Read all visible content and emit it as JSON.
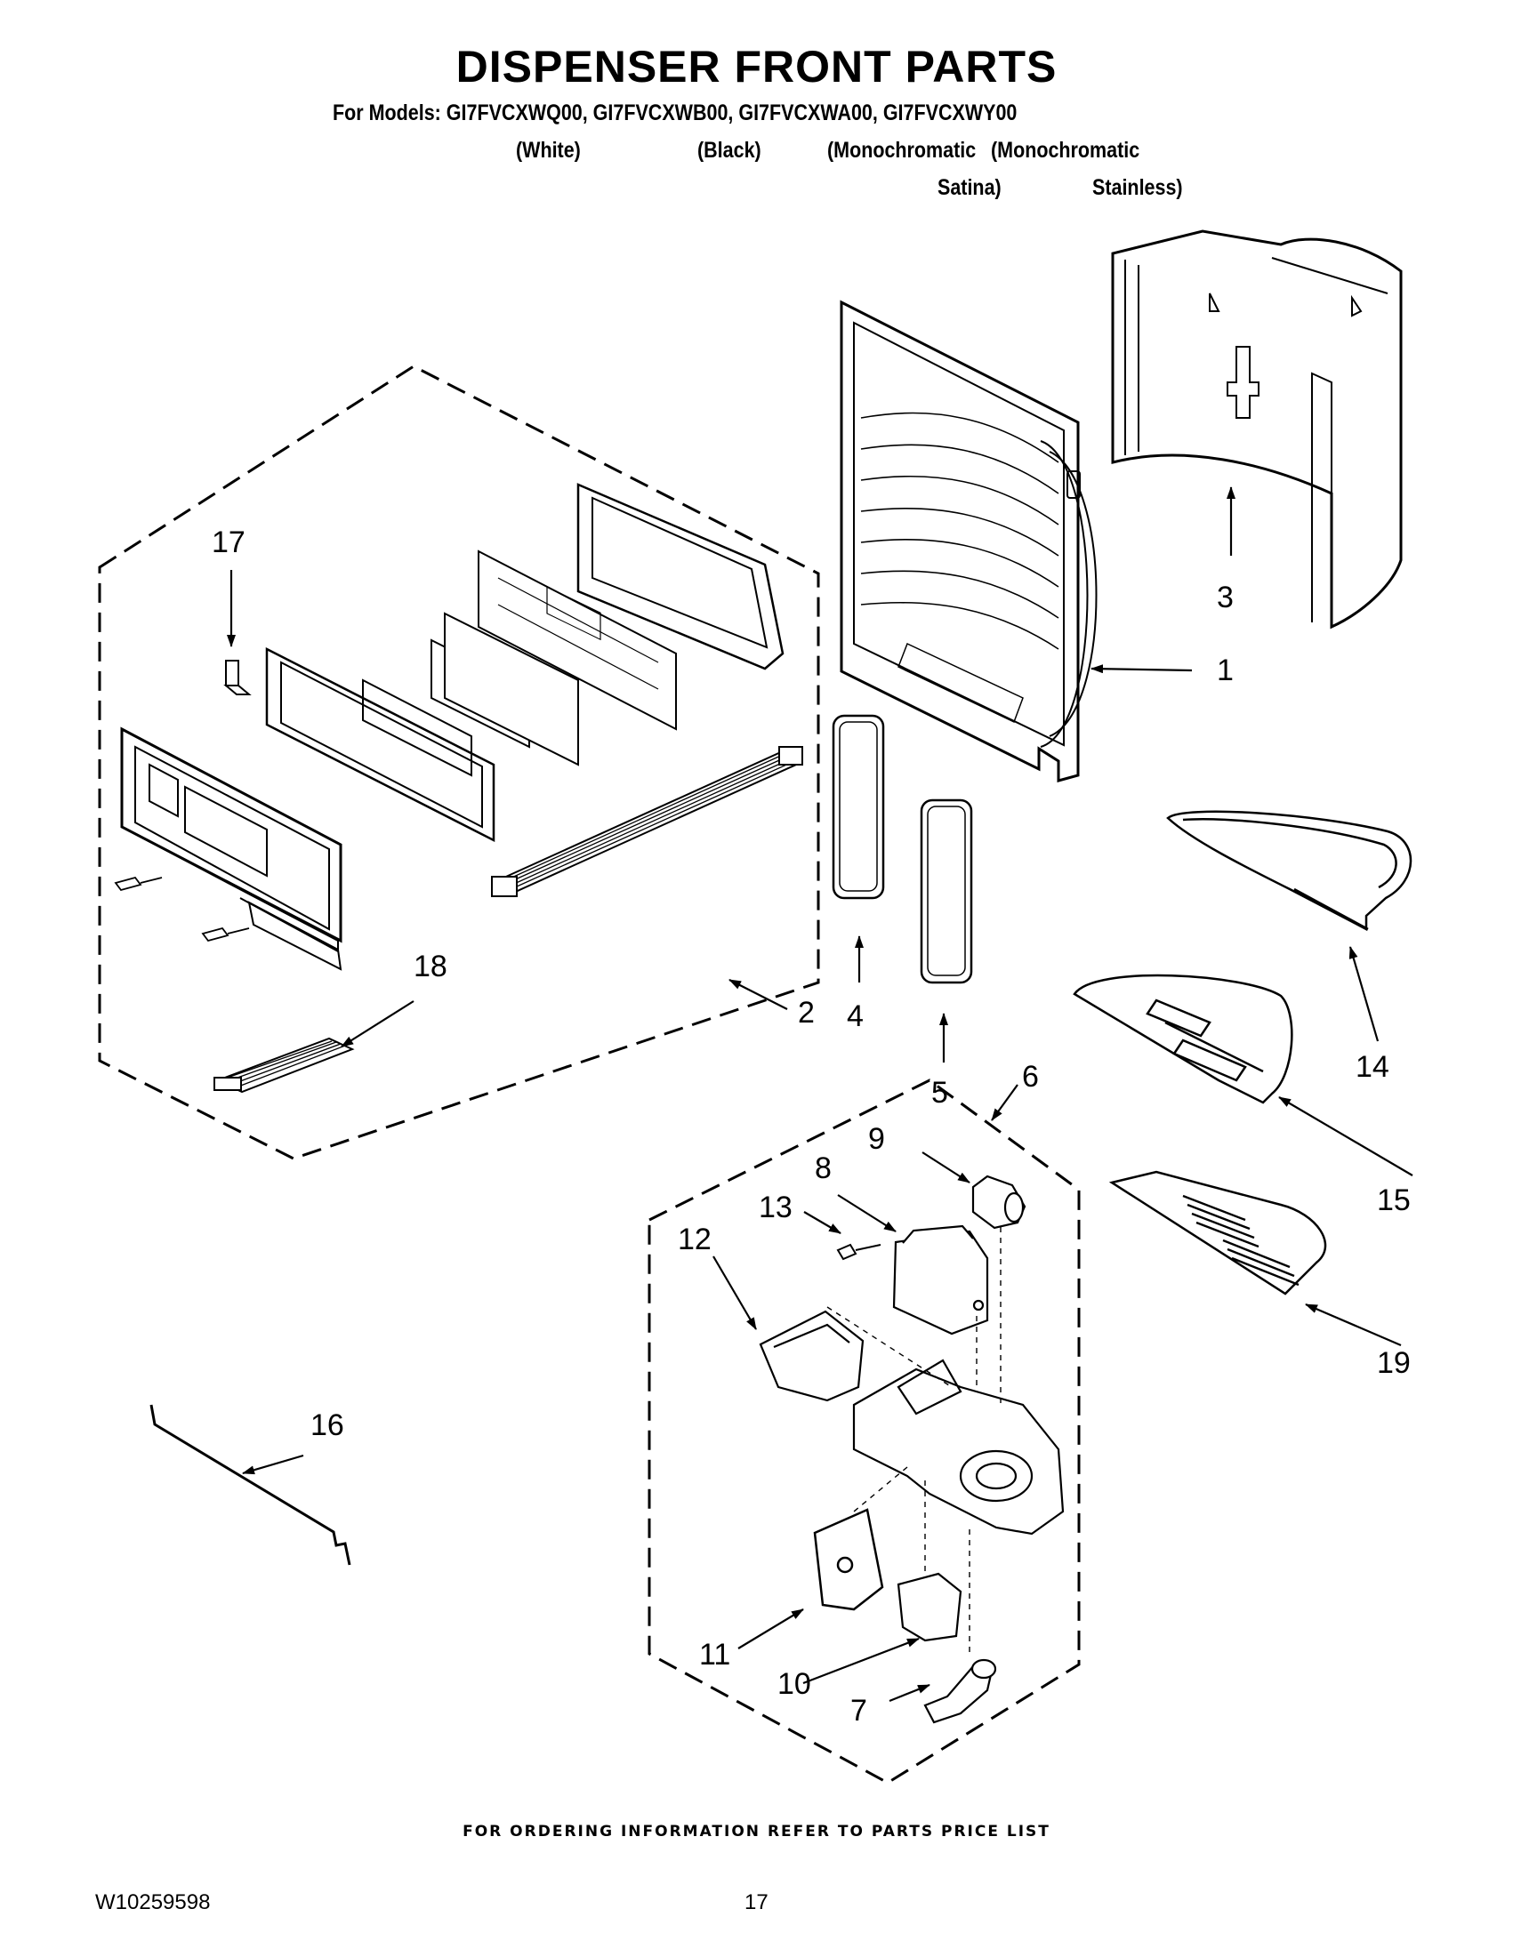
{
  "title": "DISPENSER FRONT PARTS",
  "models_line": "For Models: GI7FVCXWQ00, GI7FVCXWB00, GI7FVCXWA00, GI7FVCXWY00",
  "variants": {
    "white": "(White)",
    "black": "(Black)",
    "mono_satina_1": "(Monochromatic",
    "mono_satina_2": "Satina)",
    "mono_stainless_1": "(Monochromatic",
    "mono_stainless_2": "Stainless)"
  },
  "callouts": {
    "c1": "1",
    "c2": "2",
    "c3": "3",
    "c4": "4",
    "c5": "5",
    "c6": "6",
    "c7": "7",
    "c8": "8",
    "c9": "9",
    "c10": "10",
    "c11": "11",
    "c12": "12",
    "c13": "13",
    "c14": "14",
    "c15": "15",
    "c16": "16",
    "c17": "17",
    "c18": "18",
    "c19": "19"
  },
  "footer_note": "FOR ORDERING INFORMATION REFER TO PARTS PRICE LIST",
  "doc_number": "W10259598",
  "page_number": "17"
}
